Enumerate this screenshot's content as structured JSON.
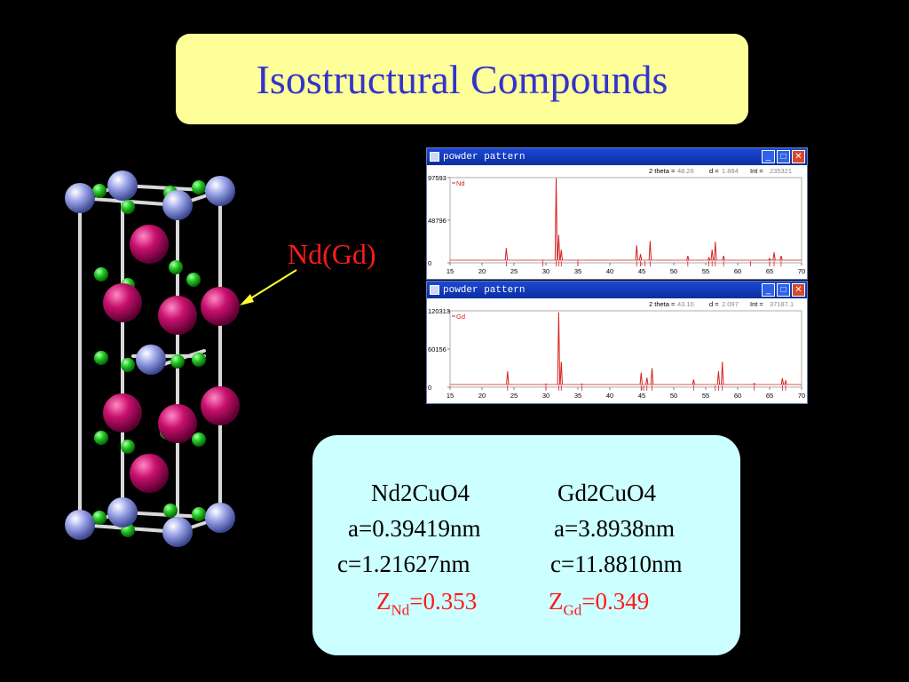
{
  "title": "Isostructural Compounds",
  "atom_label": "Nd(Gd)",
  "colors": {
    "title_bg": "#ffff99",
    "title_text": "#3333cc",
    "info_bg": "#ccffff",
    "label_red": "#ff1a1a",
    "rare_earth_atom": "#c8106e",
    "copper_atom": "#9aa4e8",
    "oxygen_atom": "#22cc22",
    "pattern_line": "#d42020"
  },
  "windows": [
    {
      "title": "powder pattern",
      "readout": {
        "two_theta_label": "2 theta =",
        "two_theta": "48.26",
        "d_label": "d =",
        "d": "1.884",
        "int_label": "Int =",
        "int": "235321"
      },
      "series_label": "Nd",
      "y_ticks": [
        "97593",
        "48796",
        "0"
      ],
      "x_ticks": [
        "15",
        "20",
        "25",
        "30",
        "35",
        "40",
        "45",
        "50",
        "55",
        "60",
        "65",
        "70"
      ]
    },
    {
      "title": "powder pattern",
      "readout": {
        "two_theta_label": "2 theta =",
        "two_theta": "43.10",
        "d_label": "d =",
        "d": "2.097",
        "int_label": "Int =",
        "int": "37187.1"
      },
      "series_label": "Gd",
      "y_ticks": [
        "120313",
        "60156",
        "0"
      ],
      "x_ticks": [
        "15",
        "20",
        "25",
        "30",
        "35",
        "40",
        "45",
        "50",
        "55",
        "60",
        "65",
        "70"
      ]
    }
  ],
  "chart_data": [
    {
      "type": "line",
      "title": "powder pattern",
      "xlim": [
        15,
        70
      ],
      "ylim": [
        0,
        97593
      ],
      "series": [
        {
          "name": "Nd",
          "peaks": [
            [
              23.8,
              17000
            ],
            [
              29.5,
              3000
            ],
            [
              31.6,
              97000
            ],
            [
              32.0,
              32000
            ],
            [
              32.4,
              15000
            ],
            [
              35.0,
              3000
            ],
            [
              44.2,
              20000
            ],
            [
              44.8,
              10000
            ],
            [
              46.3,
              25000
            ],
            [
              52.2,
              8000
            ],
            [
              55.5,
              6000
            ],
            [
              56.0,
              15000
            ],
            [
              56.5,
              24000
            ],
            [
              57.8,
              8000
            ],
            [
              65.0,
              5000
            ],
            [
              65.7,
              12000
            ],
            [
              66.8,
              8000
            ]
          ]
        }
      ],
      "reference_ticks": [
        23.8,
        29.5,
        31.6,
        32.0,
        32.4,
        35.0,
        44.2,
        44.8,
        45.5,
        46.3,
        52.2,
        55.5,
        56.0,
        56.5,
        57.8,
        62.0,
        65.0,
        65.7,
        66.8
      ]
    },
    {
      "type": "line",
      "title": "powder pattern",
      "xlim": [
        15,
        70
      ],
      "ylim": [
        0,
        120313
      ],
      "series": [
        {
          "name": "Gd",
          "peaks": [
            [
              24.0,
              25000
            ],
            [
              30.0,
              5000
            ],
            [
              32.0,
              118000
            ],
            [
              32.4,
              40000
            ],
            [
              35.6,
              5000
            ],
            [
              44.9,
              23000
            ],
            [
              45.8,
              15000
            ],
            [
              46.6,
              30000
            ],
            [
              53.1,
              12000
            ],
            [
              57.0,
              25000
            ],
            [
              57.6,
              40000
            ],
            [
              62.6,
              6000
            ],
            [
              67.0,
              14000
            ],
            [
              67.5,
              10000
            ]
          ]
        }
      ],
      "reference_ticks": [
        24.0,
        30.0,
        32.0,
        32.4,
        35.6,
        44.9,
        45.3,
        45.8,
        46.6,
        53.1,
        56.5,
        57.0,
        57.6,
        62.6,
        67.0,
        67.5
      ]
    }
  ],
  "compounds": [
    {
      "name": "Nd2CuO4",
      "a": "a=0.39419nm",
      "c": "c=1.21627nm",
      "z_letter": "Z",
      "z_sub": "Nd",
      "z_val": "=0.353"
    },
    {
      "name": "Gd2CuO4",
      "a": "a=3.8938nm",
      "c": "c=11.8810nm",
      "z_letter": "Z",
      "z_sub": "Gd",
      "z_val": "=0.349"
    }
  ]
}
